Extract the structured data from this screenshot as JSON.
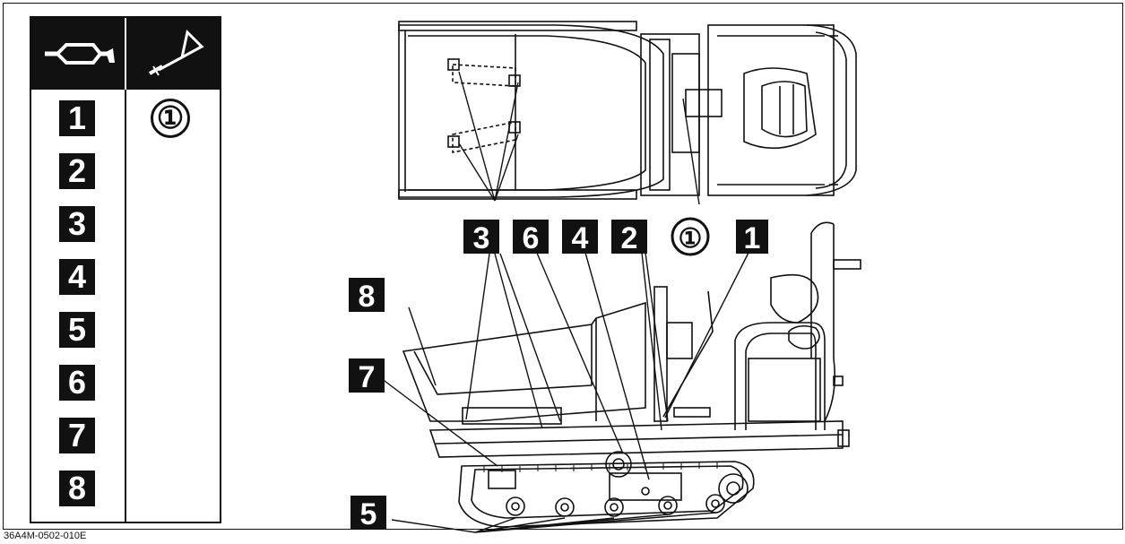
{
  "table": {
    "rows": [
      "1",
      "2",
      "3",
      "4",
      "5",
      "6",
      "7",
      "8"
    ],
    "tool_column_value": "①"
  },
  "callouts": {
    "c1": "1",
    "c2": "2",
    "c3": "3",
    "c4": "4",
    "c5": "5",
    "c6": "6",
    "c7": "7",
    "c8": "8",
    "circ": "①"
  },
  "caption": "36A4M-0502-010E",
  "icons": [
    "exhaust-pipe-icon",
    "grease-gun-icon"
  ],
  "colors": {
    "ink": "#111111",
    "paper": "#ffffff"
  }
}
